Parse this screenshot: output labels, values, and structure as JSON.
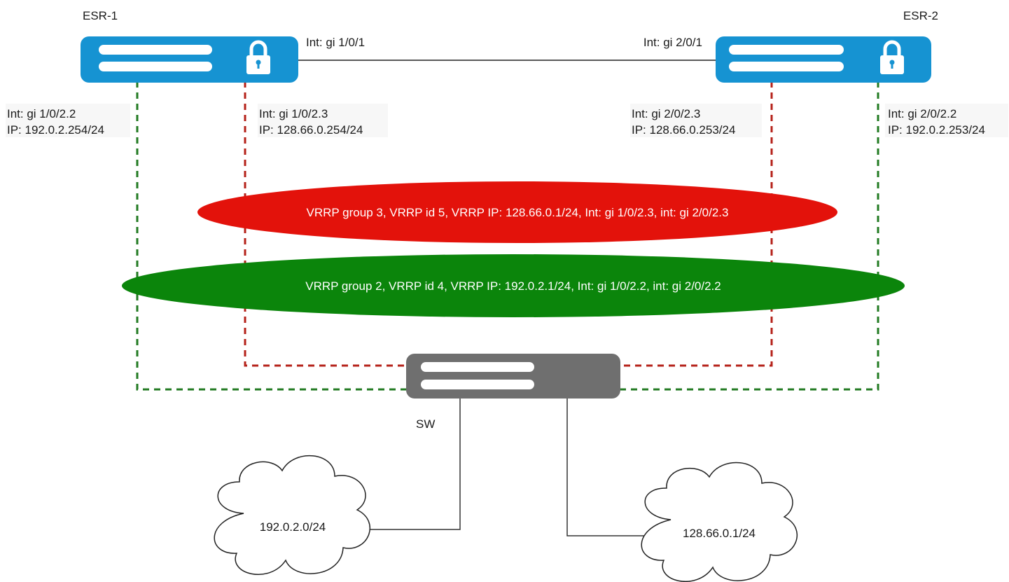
{
  "devices": {
    "esr1": {
      "name": "ESR-1"
    },
    "esr2": {
      "name": "ESR-2"
    },
    "sw": {
      "name": "SW"
    }
  },
  "links": {
    "trunk": {
      "left": "Int: gi 1/0/1",
      "right": "Int: gi 2/0/1"
    },
    "esr1_green": {
      "int": "Int: gi 1/0/2.2",
      "ip": "IP: 192.0.2.254/24"
    },
    "esr1_red": {
      "int": "Int: gi 1/0/2.3",
      "ip": "IP: 128.66.0.254/24"
    },
    "esr2_red": {
      "int": "Int: gi 2/0/2.3",
      "ip": "IP: 128.66.0.253/24"
    },
    "esr2_green": {
      "int": "Int: gi 2/0/2.2",
      "ip": "IP: 192.0.2.253/24"
    }
  },
  "vrrp": {
    "red": {
      "text": "VRRP group 3, VRRP id 5, VRRP IP: 128.66.0.1/24, Int: gi 1/0/2.3, int: gi 2/0/2.3",
      "color": "#e3120b"
    },
    "green": {
      "text": "VRRP group 2, VRRP id 4, VRRP IP: 192.0.2.1/24, Int: gi 1/0/2.2, int: gi 2/0/2.2",
      "color": "#0b850b"
    }
  },
  "clouds": {
    "left": "192.0.2.0/24",
    "right": "128.66.0.1/24"
  },
  "colors": {
    "router": "#1693d2",
    "switch": "#6f6f6f",
    "red_link": "#b5221a",
    "green_link": "#237b23"
  }
}
